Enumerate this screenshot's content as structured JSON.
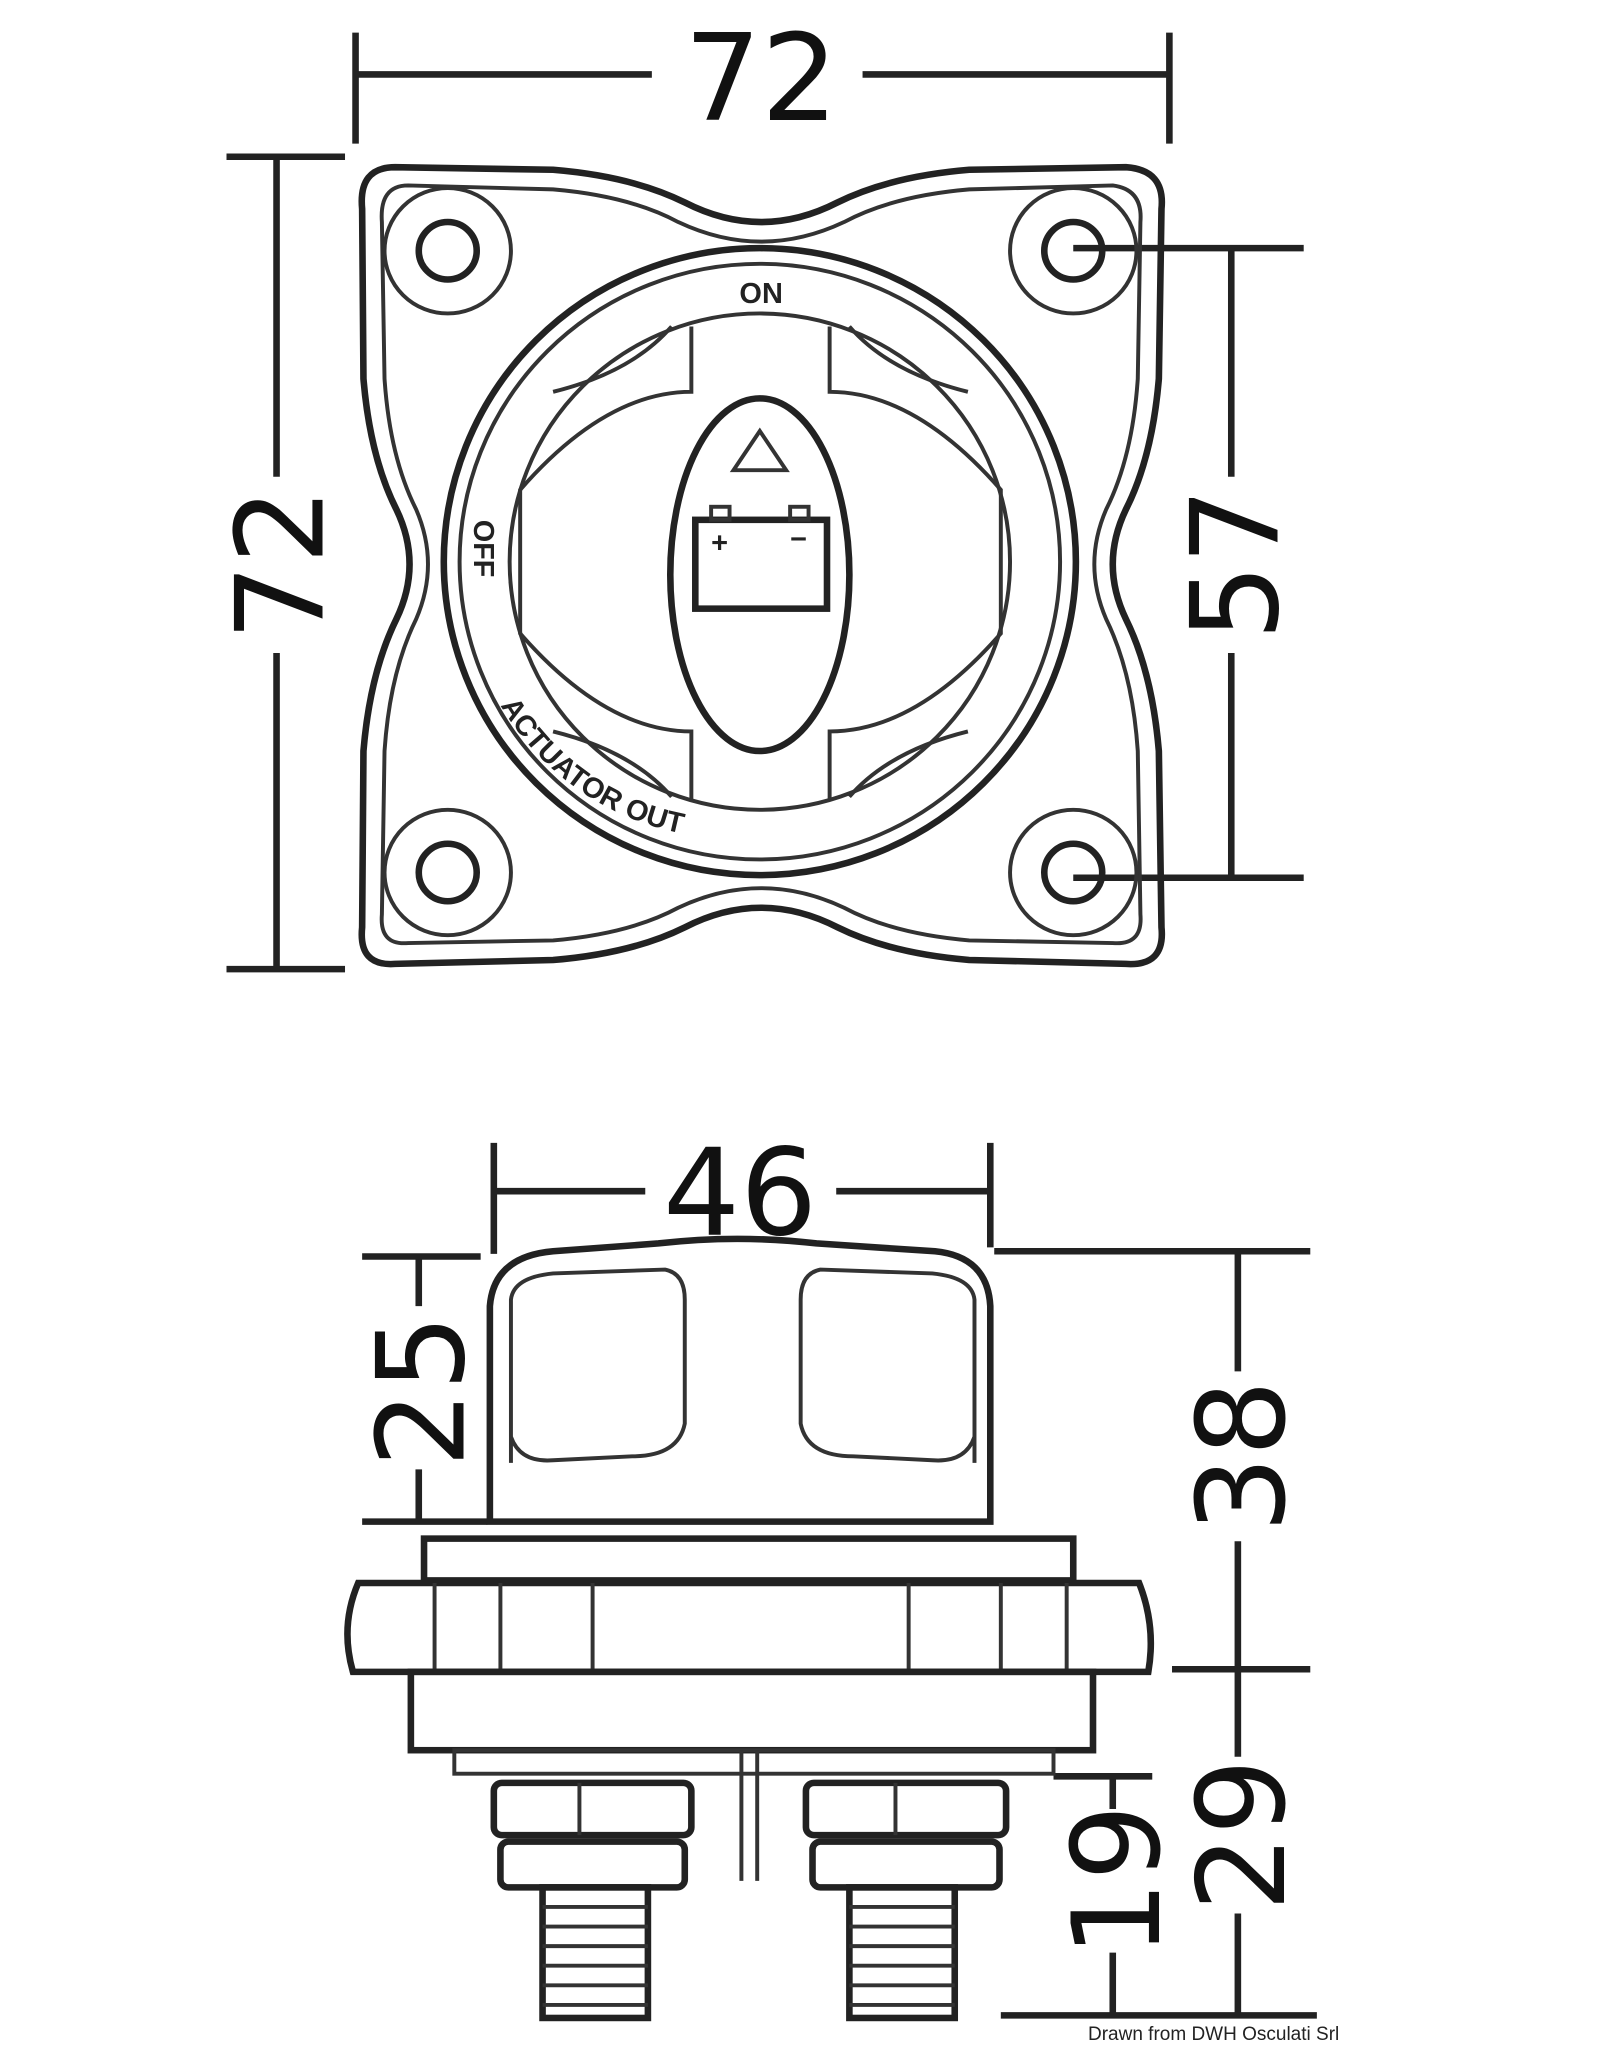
{
  "top_view": {
    "width_dim": "72",
    "height_dim": "72",
    "hole_spacing_dim": "57",
    "label_on": "ON",
    "label_off": "OFF",
    "label_actuator": "ACTUATOR OUT"
  },
  "side_view": {
    "knob_width_dim": "46",
    "knob_height_dim": "25",
    "upper_height_dim": "38",
    "lower_height_dim": "29",
    "stud_height_dim": "19"
  },
  "caption": "Drawn from DWH Osculati Srl"
}
